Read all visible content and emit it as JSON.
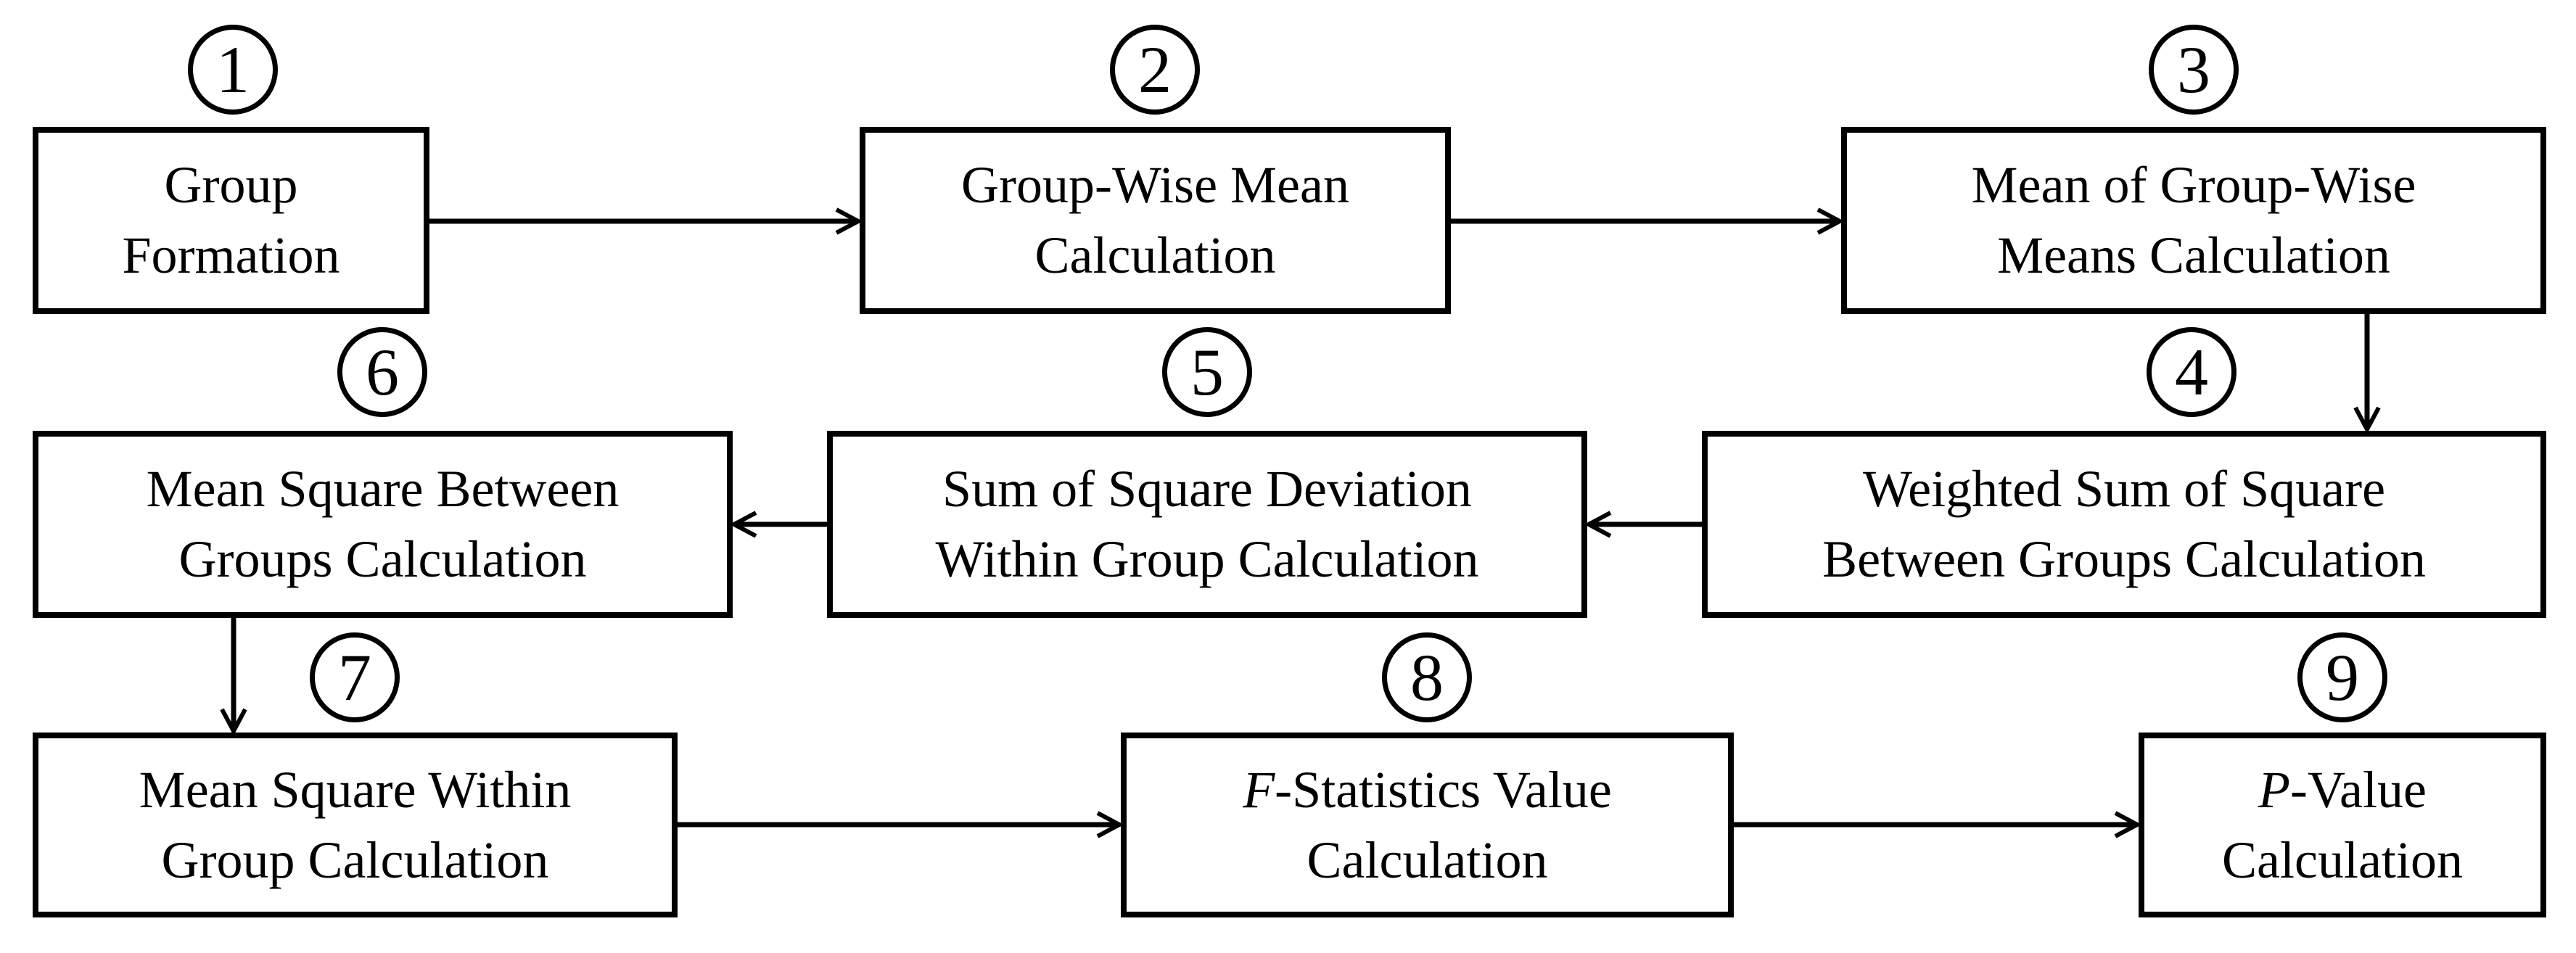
{
  "diagram": {
    "type": "flowchart",
    "colors": {
      "ink": "#000000",
      "background": "#ffffff"
    },
    "boxes": [
      {
        "number": "1",
        "prefix": "",
        "line1": "Group",
        "line2": "Formation"
      },
      {
        "number": "2",
        "prefix": "",
        "line1": "Group-Wise Mean",
        "line2": "Calculation"
      },
      {
        "number": "3",
        "prefix": "",
        "line1": "Mean of Group-Wise",
        "line2": "Means Calculation"
      },
      {
        "number": "4",
        "prefix": "",
        "line1": "Weighted Sum of Square",
        "line2": "Between Groups Calculation"
      },
      {
        "number": "5",
        "prefix": "",
        "line1": "Sum of Square Deviation",
        "line2": "Within Group Calculation"
      },
      {
        "number": "6",
        "prefix": "",
        "line1": "Mean Square Between",
        "line2": "Groups Calculation"
      },
      {
        "number": "7",
        "prefix": "",
        "line1": "Mean Square Within",
        "line2": "Group Calculation"
      },
      {
        "number": "8",
        "prefix": "F",
        "line1": "-Statistics Value",
        "line2": "Calculation"
      },
      {
        "number": "9",
        "prefix": "P",
        "line1": "-Value",
        "line2": "Calculation"
      }
    ],
    "flow": [
      {
        "from": "1",
        "to": "2"
      },
      {
        "from": "2",
        "to": "3"
      },
      {
        "from": "3",
        "to": "4"
      },
      {
        "from": "4",
        "to": "5"
      },
      {
        "from": "5",
        "to": "6"
      },
      {
        "from": "6",
        "to": "7"
      },
      {
        "from": "7",
        "to": "8"
      },
      {
        "from": "8",
        "to": "9"
      }
    ]
  }
}
